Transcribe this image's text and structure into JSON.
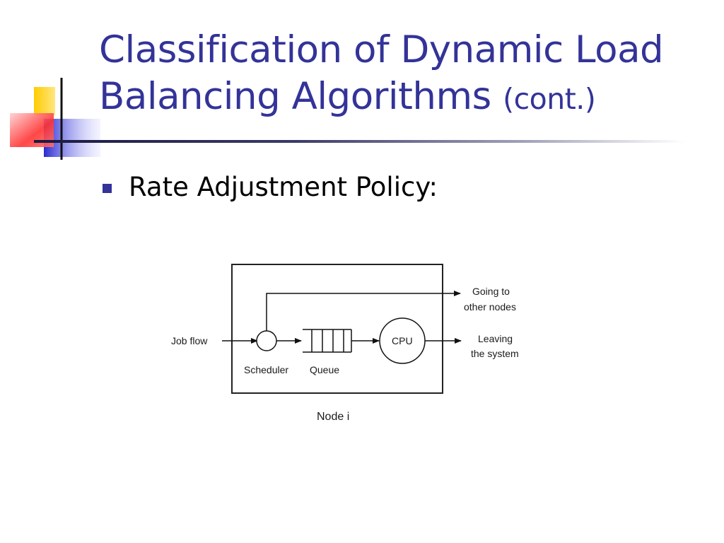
{
  "slide": {
    "title_main": "Classification of Dynamic Load Balancing Algorithms",
    "title_suffix": "(cont.)",
    "bullets": [
      {
        "text": "Rate Adjustment Policy:"
      }
    ]
  },
  "diagram": {
    "input_label": "Job flow",
    "scheduler_label": "Scheduler",
    "queue_label": "Queue",
    "cpu_label": "CPU",
    "out_top_line1": "Going to",
    "out_top_line2": "other nodes",
    "out_mid_line1": "Leaving",
    "out_mid_line2": "the system",
    "node_label": "Node i"
  },
  "colors": {
    "title": "#333399",
    "bullet": "#333399",
    "decor_yellow": "#ffcc00",
    "decor_blue": "#3333cc",
    "decor_red": "#ff3333"
  }
}
